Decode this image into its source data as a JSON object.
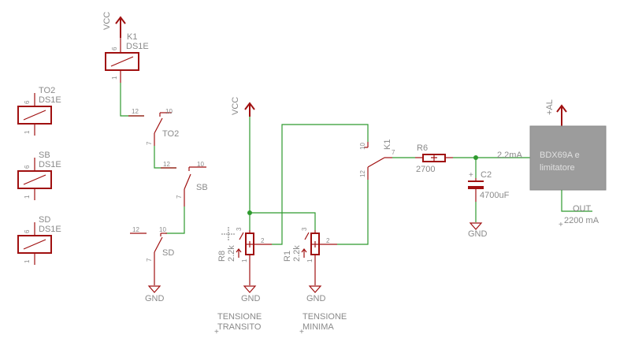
{
  "power": {
    "vcc": "VCC",
    "gnd": "GND",
    "al": "+AL"
  },
  "relay_coil": {
    "name": "K1",
    "model": "DS1E"
  },
  "relays_left": [
    {
      "name": "TO2",
      "model": "DS1E"
    },
    {
      "name": "SB",
      "model": "DS1E"
    },
    {
      "name": "SD",
      "model": "DS1E"
    }
  ],
  "contacts": {
    "to2": "TO2",
    "sb": "SB",
    "sd": "SD",
    "k1": "K1"
  },
  "pins": {
    "p1": "1",
    "p2": "2",
    "p3": "3",
    "p6": "6",
    "p7": "7",
    "p10": "10",
    "p12": "12"
  },
  "trimmers": [
    {
      "name": "R8",
      "value": "2.2k",
      "caption_line1": "TENSIONE",
      "caption_line2": "TRANSITO"
    },
    {
      "name": "R1",
      "value": "2.2k",
      "caption_line1": "TENSIONE",
      "caption_line2": "MINIMA"
    }
  ],
  "resistor_r6": {
    "name": "R6",
    "value": "2700"
  },
  "capacitor_c2": {
    "name": "C2",
    "value": "4700uF"
  },
  "module": {
    "label_line1": "BDX69A e",
    "label_line2": "limitatore",
    "color": "#9c9c9c"
  },
  "current_in": "2.2mA",
  "output": {
    "label": "OUT",
    "current": "2200 mA"
  },
  "colors": {
    "component": "#a01010",
    "wire": "#2e9a2e",
    "text": "#8a8a8a"
  }
}
